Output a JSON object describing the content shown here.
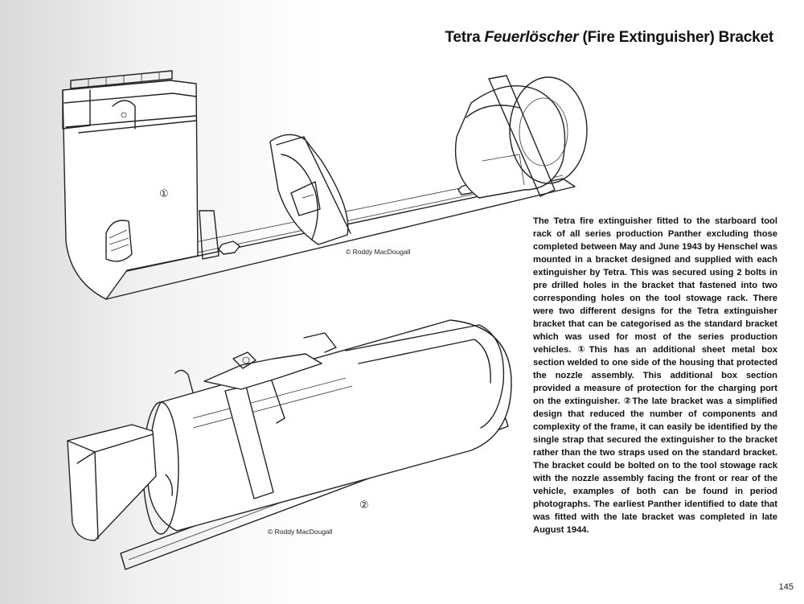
{
  "page": {
    "title_normal_1": "Tetra ",
    "title_italic": "Feuerlöscher",
    "title_normal_2": " (Fire Extinguisher) Bracket",
    "page_number": "145"
  },
  "figures": [
    {
      "marker": "①",
      "credit": "© Roddy MacDougall"
    },
    {
      "marker": "②",
      "credit": "© Roddy MacDougall"
    }
  ],
  "body": {
    "paragraph": "The Tetra fire extinguisher fitted to the starboard tool rack of all series production Panther excluding those completed between May and June 1943 by Henschel was mounted in a bracket designed and supplied with each extinguisher by Tetra. This was secured using 2 bolts in pre drilled holes in the bracket that fastened into two corresponding holes on the tool stowage rack. There were two different designs for the Tetra extinguisher bracket that can be categorised as the standard bracket which was used for most of the series production vehicles. ①This has an additional sheet metal box section welded to one side of the housing that protected the nozzle assembly. This additional box section provided a measure of protection for the charging port on the extinguisher. ②The late bracket was a simplified design that reduced the number of components and complexity of the frame, it can easily be identified by the single strap that secured the extinguisher to the bracket rather than the two straps used on the standard bracket. The bracket could be bolted on to the tool stowage rack with the nozzle assembly facing the front or rear of the vehicle, examples of both can be found in period photographs. The earliest Panther identified to date that was fitted with the late bracket was completed in late August 1944."
  }
}
